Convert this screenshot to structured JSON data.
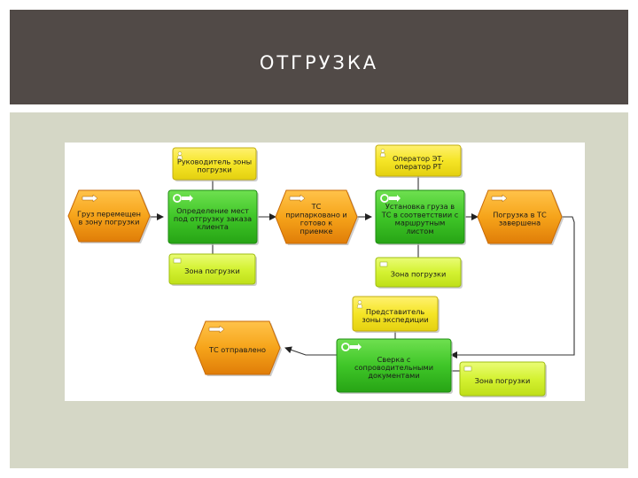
{
  "slide": {
    "title": "ОТГРУЗКА"
  },
  "diagram": {
    "nodes": [
      {
        "id": "role_head",
        "kind": "role",
        "lines": [
          "Руководитель зоны",
          "погрузки"
        ]
      },
      {
        "id": "role_op",
        "kind": "role",
        "lines": [
          "Оператор ЭТ,",
          "оператор РТ"
        ]
      },
      {
        "id": "ev_moved",
        "kind": "event",
        "lines": [
          "Груз перемещен",
          "в зону погрузки"
        ]
      },
      {
        "id": "fn_define",
        "kind": "function",
        "lines": [
          "Определение мест",
          "под отгрузку заказа",
          "клиента"
        ]
      },
      {
        "id": "ev_parked",
        "kind": "event",
        "lines": [
          "ТС",
          "припарковано и",
          "готово к",
          "приемке"
        ]
      },
      {
        "id": "fn_install",
        "kind": "function",
        "lines": [
          "Установка груза в",
          "ТС в соответствии с",
          "маршрутным",
          "листом"
        ]
      },
      {
        "id": "ev_loaded",
        "kind": "event",
        "lines": [
          "Погрузка в ТС",
          "завершена"
        ]
      },
      {
        "id": "zone1",
        "kind": "org",
        "lines": [
          "Зона погрузки"
        ]
      },
      {
        "id": "zone2",
        "kind": "org",
        "lines": [
          "Зона погрузки"
        ]
      },
      {
        "id": "role_exp",
        "kind": "role",
        "lines": [
          "Представитель",
          "зоны экспедиции"
        ]
      },
      {
        "id": "ev_sent",
        "kind": "event",
        "lines": [
          "ТС отправлено"
        ]
      },
      {
        "id": "fn_check",
        "kind": "function",
        "lines": [
          "Сверка с",
          "сопроводительными",
          "документами"
        ]
      },
      {
        "id": "zone3",
        "kind": "org",
        "lines": [
          "Зона погрузки"
        ]
      }
    ]
  }
}
